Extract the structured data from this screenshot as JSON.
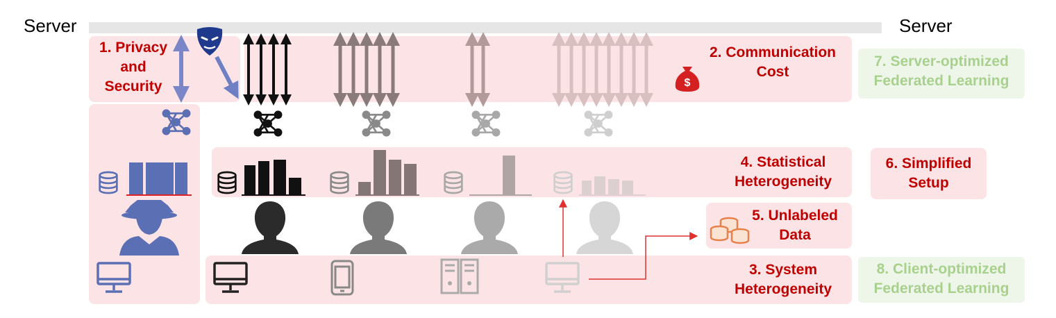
{
  "server_left": "Server",
  "server_right": "Server",
  "challenges": {
    "privacy": [
      "1. Privacy",
      "and",
      "Security"
    ],
    "communication": [
      "2. Communication",
      "Cost"
    ],
    "system": [
      "3. System",
      "Heterogeneity"
    ],
    "statistical": [
      "4. Statistical",
      "Heterogeneity"
    ],
    "unlabeled": [
      "5. Unlabeled",
      "Data"
    ],
    "simplified": [
      "6. Simplified",
      "Setup"
    ],
    "server_opt": [
      "7. Server-optimized",
      "Federated Learning"
    ],
    "client_opt": [
      "8. Client-optimized",
      "Federated Learning"
    ]
  },
  "money_symbol": "$",
  "icons": [
    "mask-icon",
    "money-bag-icon",
    "neural-network-icon",
    "database-icon",
    "histogram-icon",
    "user-icon",
    "spy-icon",
    "monitor-icon",
    "phone-icon",
    "server-rack-icon",
    "coins-icon"
  ],
  "colors": {
    "red": "#c00000",
    "pink_box": "#fce4e6",
    "green_text": "#a9d18e",
    "blue_adversary": "#5b6fb4",
    "gray_bar": "#e6e6e6"
  }
}
